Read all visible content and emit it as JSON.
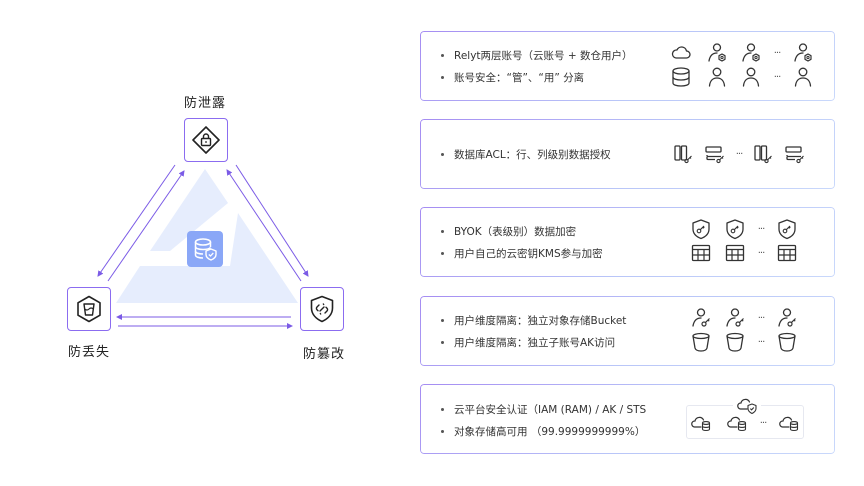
{
  "diagram": {
    "nodes": [
      {
        "id": "top",
        "label": "防泄露",
        "icon": "lock-diamond-icon"
      },
      {
        "id": "left",
        "label": "防丢失",
        "icon": "bucket-hexagon-icon"
      },
      {
        "id": "right",
        "label": "防篡改",
        "icon": "shield-broken-link-icon"
      }
    ],
    "center_icon": "database-shield-icon",
    "colors": {
      "accent": "#8b6cf0",
      "arrow": "#7b5be6",
      "triangle_fill": "#e6edfd",
      "center_fill": "#8aa7f7"
    }
  },
  "cards": [
    {
      "bullets": [
        "Relyt两层账号（云账号 + 数仓用户）",
        "账号安全：“管”、“用” 分离"
      ],
      "icon_rows": [
        [
          "cloud-icon",
          "user-gear-icon",
          "user-gear-icon",
          "ellipsis",
          "user-gear-icon"
        ],
        [
          "database-icon",
          "user-icon",
          "user-icon",
          "ellipsis",
          "user-icon"
        ]
      ]
    },
    {
      "bullets": [
        "数据库ACL：行、列级别数据授权"
      ],
      "icon_rows": [
        [
          "column-key-icon",
          "row-key-icon",
          "ellipsis",
          "column-key-icon",
          "row-key-icon"
        ]
      ]
    },
    {
      "bullets": [
        "BYOK（表级别）数据加密",
        "用户自己的云密钥KMS参与加密"
      ],
      "icon_rows": [
        [
          "shield-key-icon",
          "shield-key-icon",
          "ellipsis",
          "shield-key-icon"
        ],
        [
          "table-icon",
          "table-icon",
          "ellipsis",
          "table-icon"
        ]
      ]
    },
    {
      "bullets": [
        "用户维度隔离：独立对象存储Bucket",
        "用户维度隔离：独立子账号AK访问"
      ],
      "icon_rows": [
        [
          "user-key-icon",
          "user-key-icon",
          "ellipsis",
          "user-key-icon"
        ],
        [
          "bucket-icon",
          "bucket-icon",
          "ellipsis",
          "bucket-icon"
        ]
      ]
    },
    {
      "bullets": [
        "云平台安全认证（IAM (RAM) / AK / STS",
        "对象存储高可用 （99.9999999999%）"
      ],
      "icon_rows": [
        [
          "cloud-shield-icon"
        ],
        [
          "cloud-database-icon",
          "cloud-database-icon",
          "ellipsis",
          "cloud-database-icon"
        ]
      ]
    }
  ],
  "ellipsis": "···"
}
